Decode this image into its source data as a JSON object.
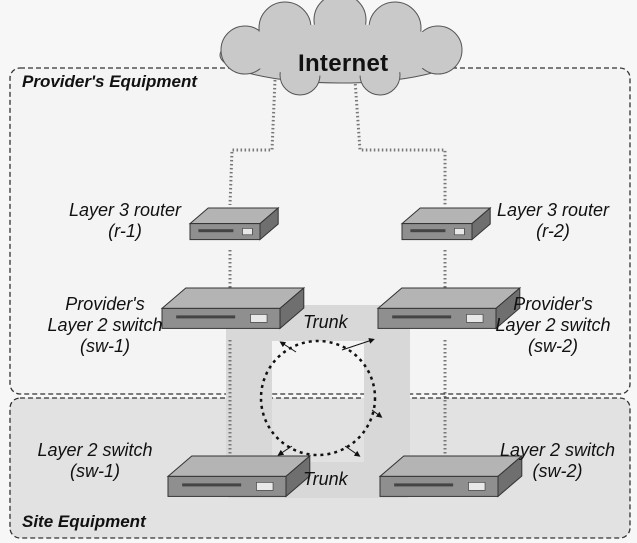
{
  "internet": {
    "label": "Internet"
  },
  "provider_box": {
    "title": "Provider's Equipment"
  },
  "site_box": {
    "title": "Site Equipment"
  },
  "routers": [
    {
      "name": "Layer 3 router",
      "id": "(r-1)"
    },
    {
      "name": "Layer 3 router",
      "id": "(r-2)"
    }
  ],
  "provider_switches": [
    {
      "line1": "Provider's",
      "line2": "Layer 2 switch",
      "id": "(sw-1)"
    },
    {
      "line1": "Provider's",
      "line2": "Layer 2 switch",
      "id": "(sw-2)"
    }
  ],
  "site_switches": [
    {
      "line1": "Layer 2 switch",
      "id": "(sw-1)"
    },
    {
      "line1": "Layer 2 switch",
      "id": "(sw-2)"
    }
  ],
  "trunks": {
    "top": "Trunk",
    "bottom": "Trunk"
  },
  "colors": {
    "cloud": "#c9c9c9",
    "device": "#a9a9a9",
    "band": "#d6d6d6",
    "box_stroke": "#333333"
  }
}
